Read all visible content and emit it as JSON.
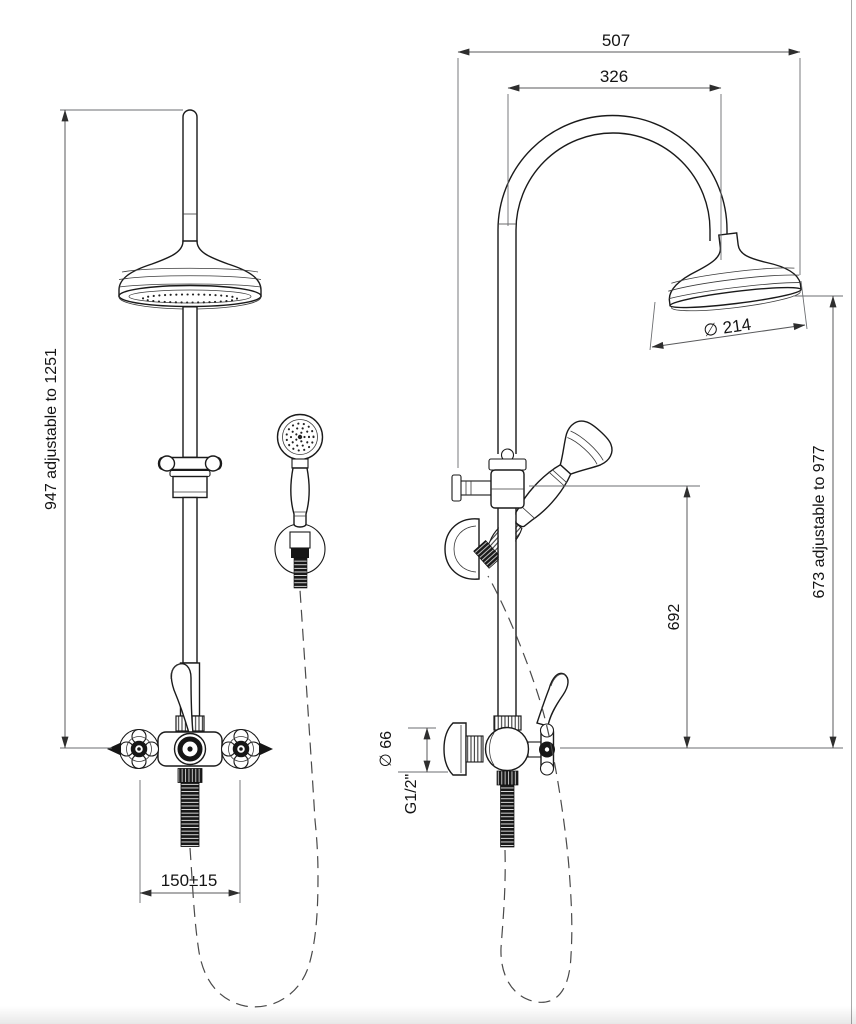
{
  "dimensions": {
    "front_height": "947 adjustable to 1251",
    "handle_spread": "150±15",
    "overall_width": "507",
    "arm_projection": "326",
    "head_diameter": "∅ 214",
    "side_height": "673 adjustable to 977",
    "outlet_height": "692",
    "escutcheon_diameter": "∅ 66",
    "connection_thread": "G1/2\""
  },
  "colors": {
    "background": "#ffffff",
    "drawing_line": "#1a1a1a",
    "dimension_line": "#58595b",
    "page_edge": "#a9a9a9"
  }
}
